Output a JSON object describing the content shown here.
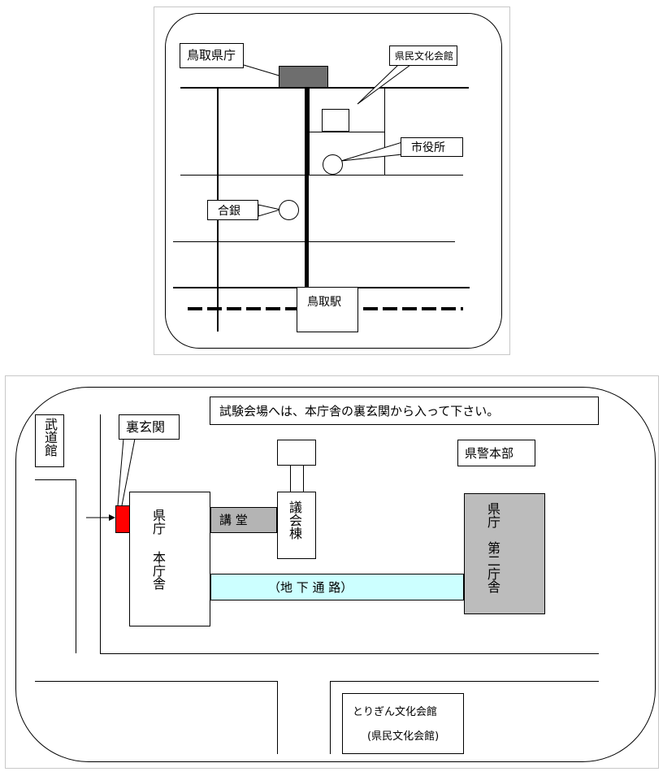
{
  "top_map": {
    "labels": {
      "prefectural_office": "鳥取県庁",
      "culture_hall": "県民文化会館",
      "city_hall": "市役所",
      "bank": "合銀",
      "station": "鳥取駅"
    }
  },
  "bottom_map": {
    "labels": {
      "notice": "試験会場へは、本庁舎の裏玄関から入って下さい。",
      "budokan": "武道館",
      "back_entrance": "裏玄関",
      "main_building_line1": "県庁",
      "main_building_line2": "本庁舎",
      "auditorium": "講 堂",
      "assembly": "議会棟",
      "underground": "（地 下 通 路）",
      "police_hq": "県警本部",
      "second_building_line1": "県庁",
      "second_building_line2": "第二庁舎",
      "torigin_hall": "とりぎん文化会館",
      "torigin_hall_sub": "(県民文化会館)"
    },
    "colors": {
      "entrance": "#ff0000",
      "auditorium": "#b4b4b4",
      "second_building": "#bcbcbc",
      "underground": "#ccffff"
    }
  }
}
